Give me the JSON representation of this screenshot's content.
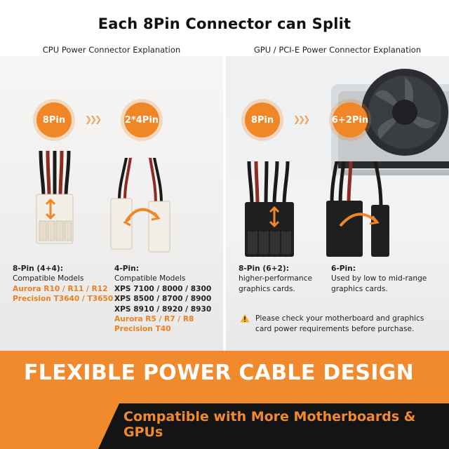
{
  "title": "Each 8Pin Connector can Split",
  "left_panel": {
    "heading": "CPU Power Connector Explanation",
    "from_label": "8Pin",
    "to_label": "2*4Pin",
    "desc_a": {
      "title": "8-Pin (4+4):",
      "subtitle": "Compatible Models",
      "models": [
        "Aurora R10 / R11 / R12",
        "Precision T3640 / T3650"
      ]
    },
    "desc_b": {
      "title": "4-Pin:",
      "subtitle": "Compatible Models",
      "models": [
        "XPS 7100 / 8000 / 8300",
        "XPS 8500 / 8700 / 8900",
        "XPS 8910 / 8920 / 8930"
      ],
      "models_orange": [
        "Aurora R5 / R7 / R8",
        "Precision T40"
      ]
    }
  },
  "right_panel": {
    "heading": "GPU / PCI-E Power Connector Explanation",
    "from_label": "8Pin",
    "to_label": "6+2Pin",
    "desc_a": {
      "title": "8-Pin (6+2):",
      "lines": [
        "higher-performance",
        "graphics cards."
      ]
    },
    "desc_b": {
      "title": "6-Pin:",
      "lines": [
        "Used by low to mid-range",
        "graphics cards."
      ]
    }
  },
  "warning": {
    "line1": "Please check your motherboard and graphics",
    "line2": "card power requirements before purchase."
  },
  "banner": {
    "title": "FLEXIBLE POWER CABLE DESIGN",
    "subtitle": "Compatible with More Motherboards & GPUs"
  },
  "colors": {
    "accent": "#f08626",
    "banner": "#f08a2c",
    "dark": "#111111"
  }
}
